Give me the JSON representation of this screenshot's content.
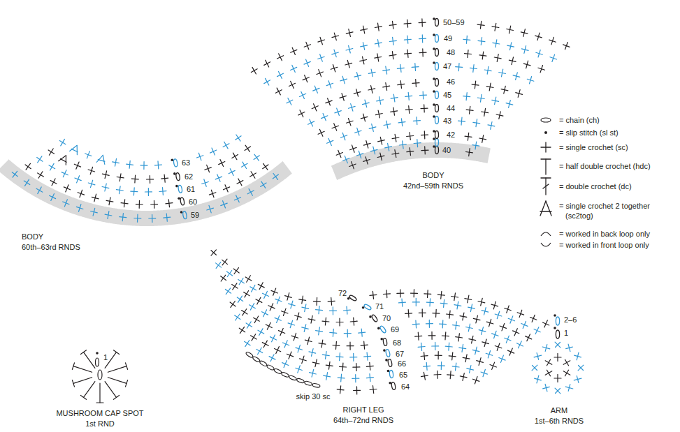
{
  "diagram": {
    "labels": [
      "50–59",
      "49",
      "48",
      "47",
      "46",
      "45",
      "44",
      "43",
      "42",
      "40",
      "BODY",
      "42nd–59th RNDS",
      "63",
      "62",
      "61",
      "60",
      "59",
      "BODY",
      "60th–63rd RNDS",
      "72",
      "71",
      "70",
      "69",
      "68",
      "67",
      "66",
      "65",
      "64",
      "skip 30 sc",
      "RIGHT LEG",
      "64th–72nd RNDS",
      "1",
      "MUSHROOM CAP SPOT",
      "1st RND",
      "2–6",
      "1",
      "ARM",
      "1st–6th RNDS"
    ],
    "legend": [
      {
        "text": "= chain (ch)"
      },
      {
        "text": "= slip stitch (sl st)"
      },
      {
        "text": "= single crochet (sc)"
      },
      {
        "text": "= half double crochet (hdc)"
      },
      {
        "text": "= double crochet (dc)"
      },
      {
        "text": "= single crochet 2 together (sc2tog)"
      },
      {
        "text": "= worked in back loop only"
      },
      {
        "text": "= worked in front loop only"
      }
    ]
  }
}
